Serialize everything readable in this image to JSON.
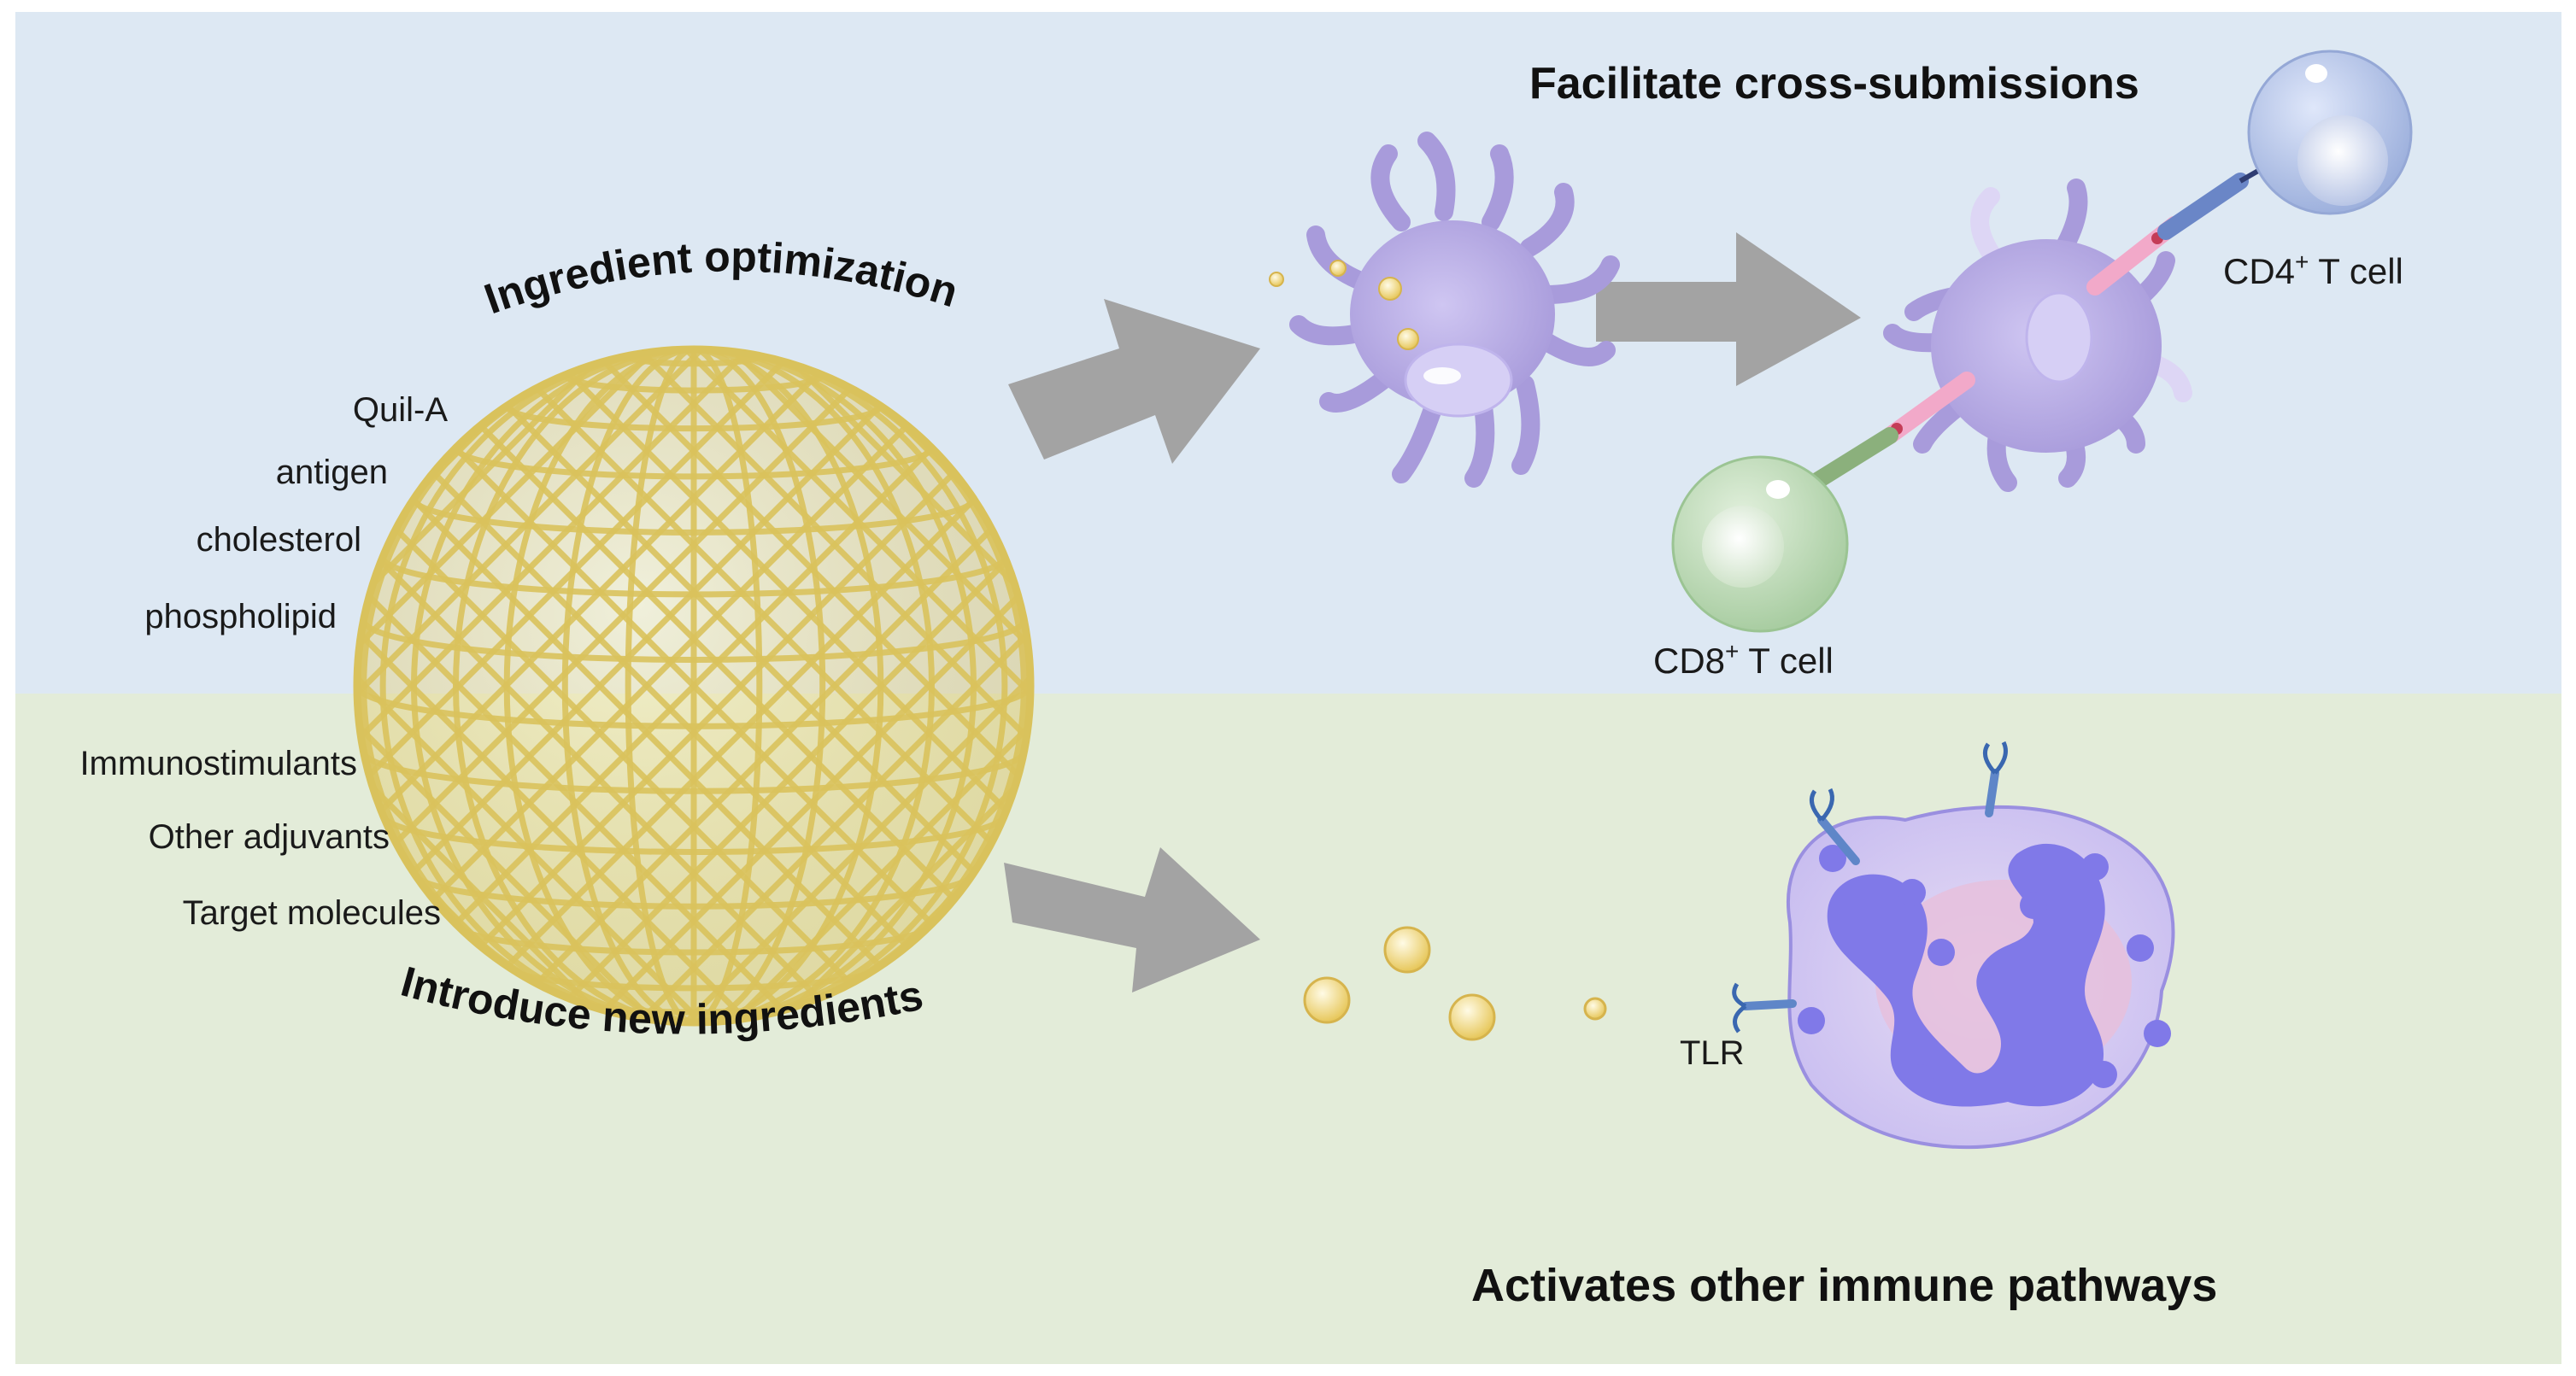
{
  "top_section": {
    "title_upper": "Ingredient optimization",
    "ingredients": [
      "Quil-A",
      "antigen",
      "cholesterol",
      "phospholipid"
    ],
    "heading": "Facilitate cross-submissions",
    "cd4_base": "CD4",
    "cd4_sup": "+",
    "cd4_suffix": " T cell",
    "cd8_base": "CD8",
    "cd8_sup": "+",
    "cd8_suffix": " T cell"
  },
  "bottom_section": {
    "title_lower": "Introduce new ingredients",
    "ingredients": [
      "Immunostimulants",
      "Other adjuvants",
      "Target molecules"
    ],
    "receptor_label": "TLR",
    "heading": "Activates other immune pathways"
  },
  "colors": {
    "top_bg": "#dde8f3",
    "bottom_bg": "#e3ecd9",
    "cage_gold": "#d9c25c",
    "arrow_gray": "#a3a3a3",
    "dendritic_cell": "#b3a8e0",
    "cd4_cell": "#aebde3",
    "cd8_cell": "#bcd8b6",
    "neutrophil_nucleus": "#8079e8"
  }
}
